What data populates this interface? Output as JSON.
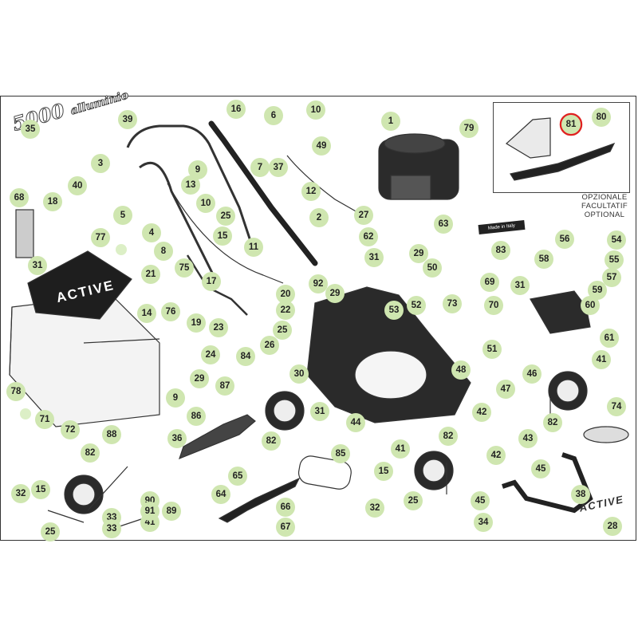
{
  "diagram": {
    "title_model": "5000",
    "title_word": "alluminio",
    "optional_labels": [
      "OPZIONALE",
      "FACULTATIF",
      "OPTIONAL"
    ],
    "made_in": "Made in Italy",
    "brand_bag": "ACTIVE",
    "brand_part28": "ACTIVE",
    "highlight_color": "#e02020",
    "badge_color": "#cfe6b0",
    "line_color": "#333333",
    "callouts": [
      "1",
      "2",
      "3",
      "4",
      "5",
      "6",
      "7",
      "8",
      "9",
      "9",
      "10",
      "10",
      "11",
      "12",
      "13",
      "14",
      "15",
      "15",
      "15",
      "16",
      "17",
      "18",
      "19",
      "20",
      "21",
      "22",
      "23",
      "24",
      "25",
      "25",
      "25",
      "25",
      "26",
      "27",
      "28",
      "29",
      "29",
      "29",
      "30",
      "31",
      "31",
      "31",
      "31",
      "32",
      "32",
      "33",
      "33",
      "34",
      "36",
      "37",
      "38",
      "39",
      "40",
      "41",
      "41",
      "41",
      "42",
      "42",
      "43",
      "44",
      "45",
      "45",
      "46",
      "47",
      "48",
      "49",
      "50",
      "51",
      "52",
      "53",
      "54",
      "55",
      "56",
      "57",
      "58",
      "59",
      "60",
      "61",
      "62",
      "63",
      "64",
      "65",
      "66",
      "67",
      "68",
      "69",
      "70",
      "71",
      "72",
      "73",
      "74",
      "75",
      "76",
      "77",
      "78",
      "79",
      "80",
      "81",
      "82",
      "82",
      "82",
      "82",
      "83",
      "84",
      "85",
      "86",
      "87",
      "88",
      "89",
      "90",
      "91",
      "92",
      "35"
    ]
  }
}
